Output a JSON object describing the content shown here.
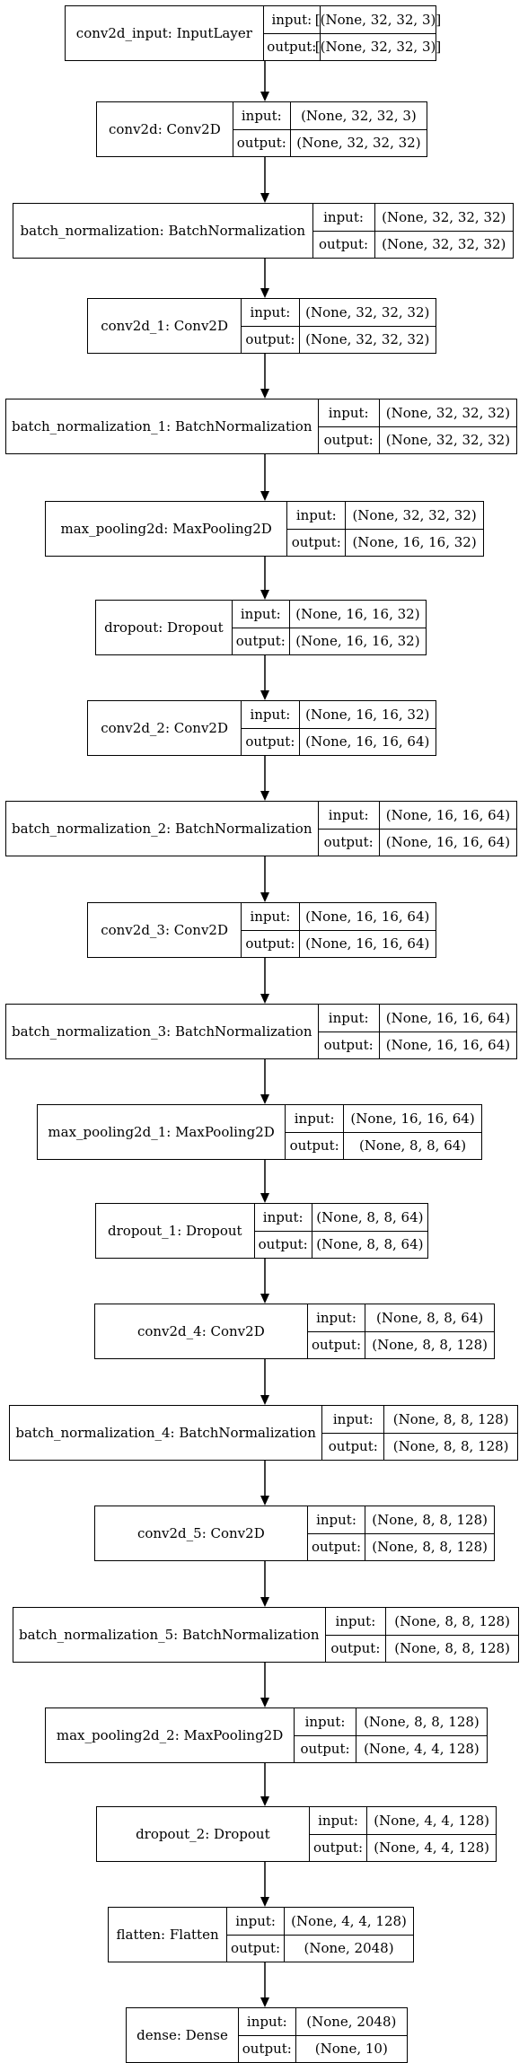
{
  "labels": {
    "input": "input:",
    "output": "output:"
  },
  "layers": [
    {
      "name": "conv2d_input: InputLayer",
      "input": "[(None, 32, 32, 3)]",
      "output": "[(None, 32, 32, 3)]"
    },
    {
      "name": "conv2d: Conv2D",
      "input": "(None, 32, 32, 3)",
      "output": "(None, 32, 32, 32)"
    },
    {
      "name": "batch_normalization: BatchNormalization",
      "input": "(None, 32, 32, 32)",
      "output": "(None, 32, 32, 32)"
    },
    {
      "name": "conv2d_1: Conv2D",
      "input": "(None, 32, 32, 32)",
      "output": "(None, 32, 32, 32)"
    },
    {
      "name": "batch_normalization_1: BatchNormalization",
      "input": "(None, 32, 32, 32)",
      "output": "(None, 32, 32, 32)"
    },
    {
      "name": "max_pooling2d: MaxPooling2D",
      "input": "(None, 32, 32, 32)",
      "output": "(None, 16, 16, 32)"
    },
    {
      "name": "dropout: Dropout",
      "input": "(None, 16, 16, 32)",
      "output": "(None, 16, 16, 32)"
    },
    {
      "name": "conv2d_2: Conv2D",
      "input": "(None, 16, 16, 32)",
      "output": "(None, 16, 16, 64)"
    },
    {
      "name": "batch_normalization_2: BatchNormalization",
      "input": "(None, 16, 16, 64)",
      "output": "(None, 16, 16, 64)"
    },
    {
      "name": "conv2d_3: Conv2D",
      "input": "(None, 16, 16, 64)",
      "output": "(None, 16, 16, 64)"
    },
    {
      "name": "batch_normalization_3: BatchNormalization",
      "input": "(None, 16, 16, 64)",
      "output": "(None, 16, 16, 64)"
    },
    {
      "name": "max_pooling2d_1: MaxPooling2D",
      "input": "(None, 16, 16, 64)",
      "output": "(None, 8, 8, 64)"
    },
    {
      "name": "dropout_1: Dropout",
      "input": "(None, 8, 8, 64)",
      "output": "(None, 8, 8, 64)"
    },
    {
      "name": "conv2d_4: Conv2D",
      "input": "(None, 8, 8, 64)",
      "output": "(None, 8, 8, 128)"
    },
    {
      "name": "batch_normalization_4: BatchNormalization",
      "input": "(None, 8, 8, 128)",
      "output": "(None, 8, 8, 128)"
    },
    {
      "name": "conv2d_5: Conv2D",
      "input": "(None, 8, 8, 128)",
      "output": "(None, 8, 8, 128)"
    },
    {
      "name": "batch_normalization_5: BatchNormalization",
      "input": "(None, 8, 8, 128)",
      "output": "(None, 8, 8, 128)"
    },
    {
      "name": "max_pooling2d_2: MaxPooling2D",
      "input": "(None, 8, 8, 128)",
      "output": "(None, 4, 4, 128)"
    },
    {
      "name": "dropout_2: Dropout",
      "input": "(None, 4, 4, 128)",
      "output": "(None, 4, 4, 128)"
    },
    {
      "name": "flatten: Flatten",
      "input": "(None, 4, 4, 128)",
      "output": "(None, 2048)"
    },
    {
      "name": "dense: Dense",
      "input": "(None, 2048)",
      "output": "(None, 10)"
    }
  ]
}
